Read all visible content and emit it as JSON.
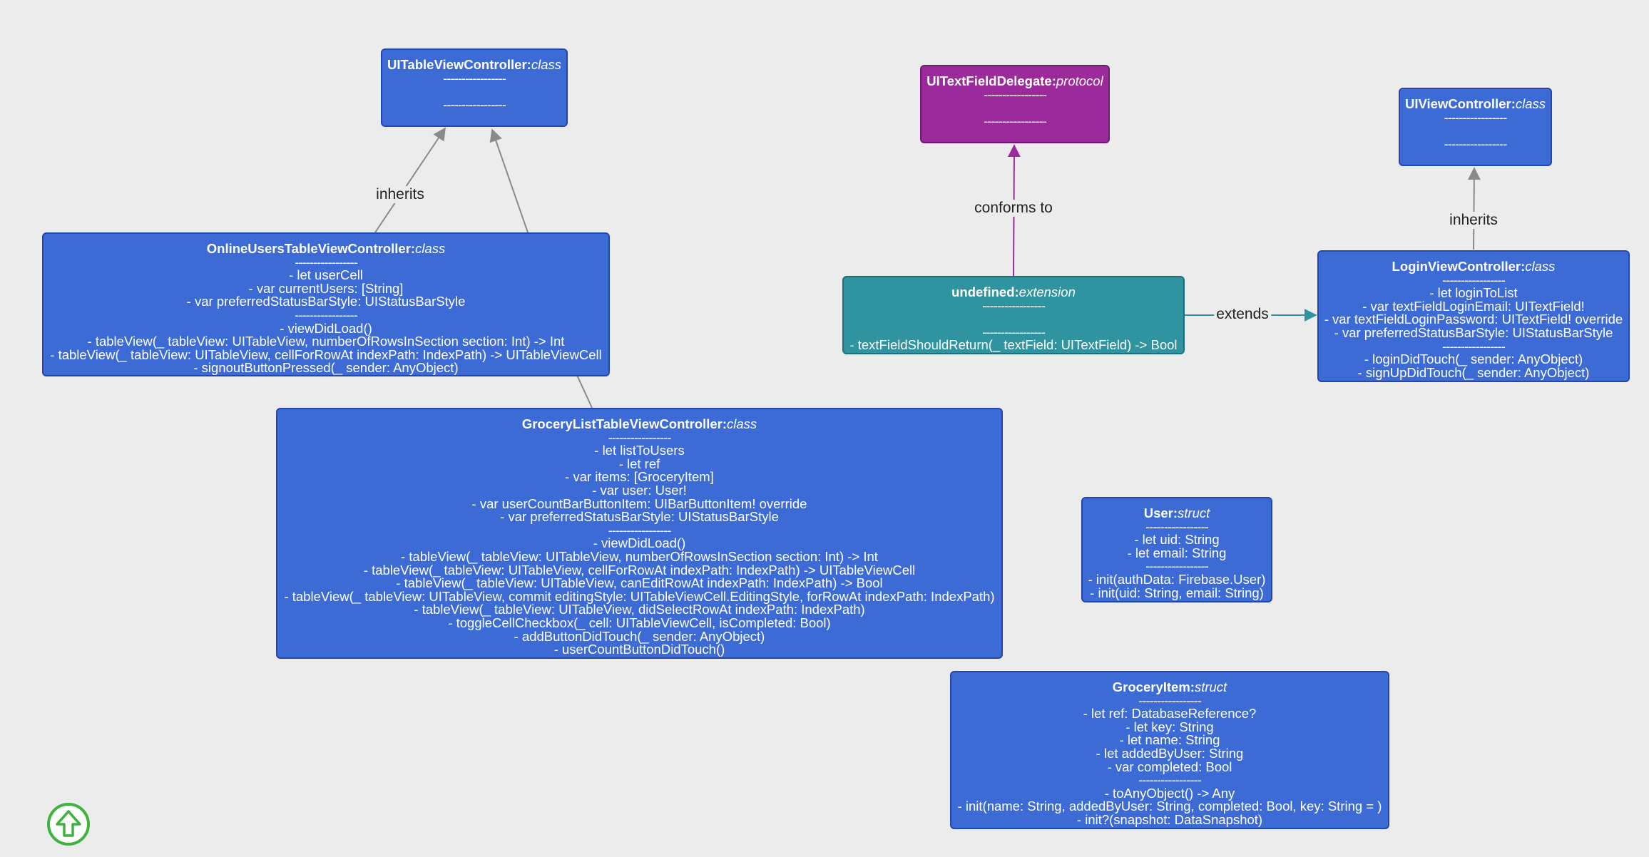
{
  "diagram": {
    "nodes": [
      {
        "id": "uitableviewcontroller",
        "name": "UITableViewController",
        "stereotype": "class",
        "kind": "class",
        "properties": [],
        "methods": []
      },
      {
        "id": "uitextfielddelegate",
        "name": "UITextFieldDelegate",
        "stereotype": "protocol",
        "kind": "protocol",
        "properties": [],
        "methods": []
      },
      {
        "id": "uiviewcontroller",
        "name": "UIViewController",
        "stereotype": "class",
        "kind": "class",
        "properties": [],
        "methods": []
      },
      {
        "id": "onlineuserstableviewcontroller",
        "name": "OnlineUsersTableViewController",
        "stereotype": "class",
        "kind": "class",
        "properties": [
          "- let userCell",
          "- var currentUsers: [String]",
          "- var preferredStatusBarStyle: UIStatusBarStyle"
        ],
        "methods": [
          "- viewDidLoad()",
          "- tableView(_ tableView: UITableView, numberOfRowsInSection section: Int) -> Int",
          "- tableView(_ tableView: UITableView, cellForRowAt indexPath: IndexPath) -> UITableViewCell",
          "- signoutButtonPressed(_ sender: AnyObject)"
        ]
      },
      {
        "id": "undefined-extension",
        "name": "undefined",
        "stereotype": "extension",
        "kind": "extension",
        "properties": [],
        "methods": [
          "- textFieldShouldReturn(_ textField: UITextField) -> Bool"
        ]
      },
      {
        "id": "loginviewcontroller",
        "name": "LoginViewController",
        "stereotype": "class",
        "kind": "class",
        "properties": [
          "- let loginToList",
          "- var textFieldLoginEmail: UITextField!",
          "- var textFieldLoginPassword: UITextField! override",
          "- var preferredStatusBarStyle: UIStatusBarStyle"
        ],
        "methods": [
          "- loginDidTouch(_ sender: AnyObject)",
          "- signUpDidTouch(_ sender: AnyObject)"
        ]
      },
      {
        "id": "grocerylisttableviewcontroller",
        "name": "GroceryListTableViewController",
        "stereotype": "class",
        "kind": "class",
        "properties": [
          "- let listToUsers",
          "- let ref",
          "- var items: [GroceryItem]",
          "- var user: User!",
          "- var userCountBarButtonItem: UIBarButtonItem! override",
          "- var preferredStatusBarStyle: UIStatusBarStyle"
        ],
        "methods": [
          "- viewDidLoad()",
          "- tableView(_ tableView: UITableView, numberOfRowsInSection section: Int) -> Int",
          "- tableView(_ tableView: UITableView, cellForRowAt indexPath: IndexPath) -> UITableViewCell",
          "- tableView(_ tableView: UITableView, canEditRowAt indexPath: IndexPath) -> Bool",
          "- tableView(_ tableView: UITableView, commit editingStyle: UITableViewCell.EditingStyle, forRowAt indexPath: IndexPath)",
          "- tableView(_ tableView: UITableView, didSelectRowAt indexPath: IndexPath)",
          "- toggleCellCheckbox(_ cell: UITableViewCell, isCompleted: Bool)",
          "- addButtonDidTouch(_ sender: AnyObject)",
          "- userCountButtonDidTouch()"
        ]
      },
      {
        "id": "user",
        "name": "User",
        "stereotype": "struct",
        "kind": "struct",
        "properties": [
          "- let uid: String",
          "- let email: String"
        ],
        "methods": [
          "- init(authData: Firebase.User)",
          "- init(uid: String, email: String)"
        ]
      },
      {
        "id": "groceryitem",
        "name": "GroceryItem",
        "stereotype": "struct",
        "kind": "struct",
        "properties": [
          "- let ref: DatabaseReference?",
          "- let key: String",
          "- let name: String",
          "- let addedByUser: String",
          "- var completed: Bool"
        ],
        "methods": [
          "- toAnyObject() -> Any",
          "- init(name: String, addedByUser: String, completed: Bool, key: String = )",
          "- init?(snapshot: DataSnapshot)"
        ]
      }
    ],
    "separator": "-----------------",
    "edges": [
      {
        "from": "onlineuserstableviewcontroller",
        "to": "uitableviewcontroller",
        "label": "inherits",
        "color": "#8a8a8a"
      },
      {
        "from": "grocerylisttableviewcontroller",
        "to": "uitableviewcontroller",
        "label": "",
        "color": "#8a8a8a"
      },
      {
        "from": "undefined-extension",
        "to": "uitextfielddelegate",
        "label": "conforms to",
        "color": "#9b2a9b"
      },
      {
        "from": "undefined-extension",
        "to": "loginviewcontroller",
        "label": "extends",
        "color": "#2f93a0"
      },
      {
        "from": "loginviewcontroller",
        "to": "uiviewcontroller",
        "label": "inherits",
        "color": "#8a8a8a"
      }
    ]
  },
  "controls": {
    "scroll_top_icon": "up-arrow-icon",
    "accent": "#3db23d"
  }
}
